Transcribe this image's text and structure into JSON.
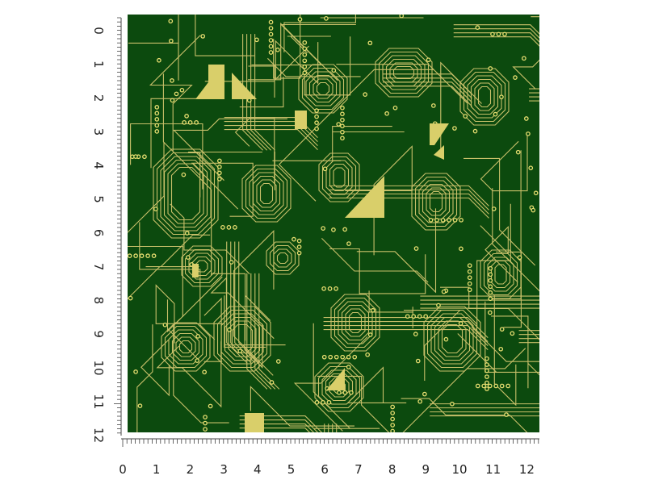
{
  "product": {
    "pattern_name": "circuit-board",
    "colors": {
      "board": "#0c4a0e",
      "trace": "#c9c06a",
      "pad": "#e6dd70",
      "pad_fill": "#d9cf6a",
      "ruler": "#444444",
      "background": "#ffffff"
    }
  },
  "ruler": {
    "unit_marks": [
      "0",
      "1",
      "2",
      "3",
      "4",
      "5",
      "6",
      "7",
      "8",
      "9",
      "10",
      "11",
      "12"
    ]
  }
}
